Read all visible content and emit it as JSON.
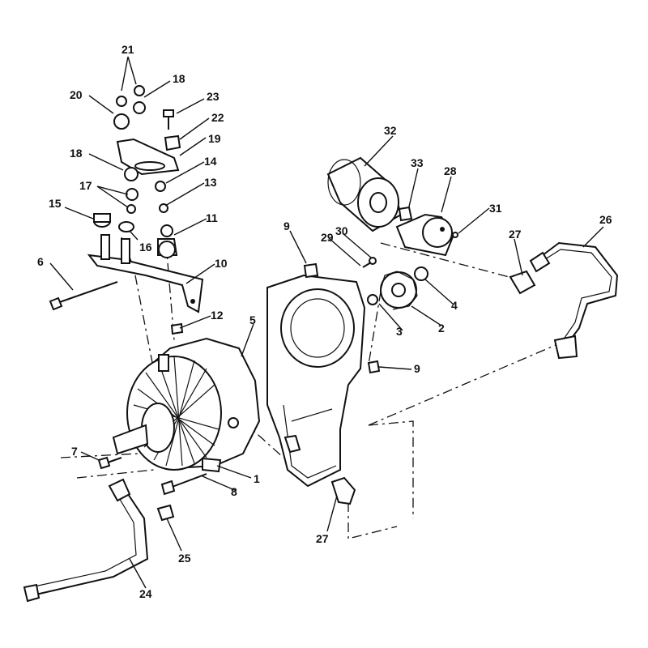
{
  "labels": {
    "p1": "1",
    "p2": "2",
    "p3": "3",
    "p4": "4",
    "p5": "5",
    "p6": "6",
    "p7": "7",
    "p8": "8",
    "p9a": "9",
    "p9b": "9",
    "p10": "10",
    "p11": "11",
    "p12": "12",
    "p13": "13",
    "p14": "14",
    "p15": "15",
    "p16": "16",
    "p17": "17",
    "p18a": "18",
    "p18b": "18",
    "p19": "19",
    "p20": "20",
    "p21": "21",
    "p22": "22",
    "p23": "23",
    "p24": "24",
    "p25": "25",
    "p26": "26",
    "p27a": "27",
    "p27b": "27",
    "p28": "28",
    "p29": "29",
    "p30": "30",
    "p31": "31",
    "p32": "32",
    "p33": "33"
  },
  "colors": {
    "ink": "#111111",
    "paper": "#ffffff"
  }
}
